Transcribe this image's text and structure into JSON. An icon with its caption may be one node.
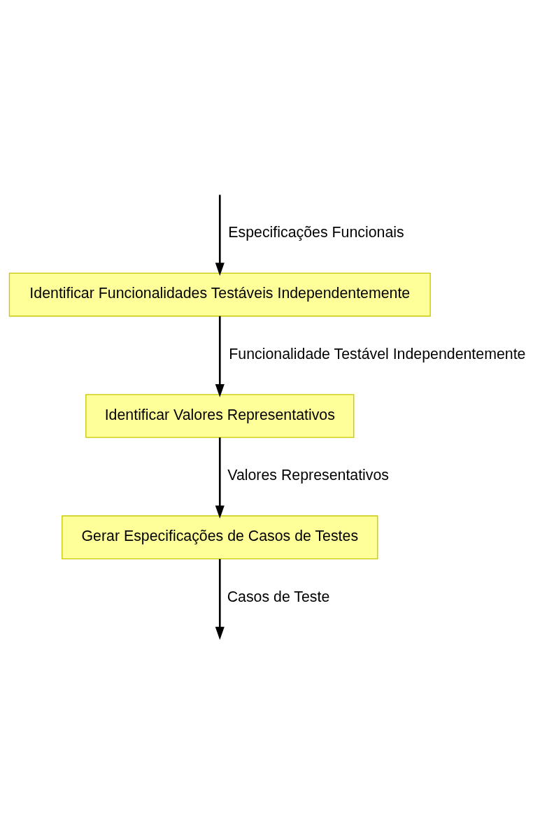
{
  "diagram": {
    "nodes": [
      {
        "text": [
          "Identificar Funcionalidades Testáveis Independentemente"
        ]
      },
      {
        "text": [
          "Identificar Valores Representativos"
        ]
      },
      {
        "text": [
          "Gerar Especificações de Casos de Testes"
        ]
      }
    ],
    "edges": [
      {
        "from": null,
        "to": 0,
        "arrow": "to",
        "label": "Especificações Funcionais"
      },
      {
        "from": 0,
        "to": 1,
        "arrow": "to",
        "label": "Funcionalidade Testável Independentemente"
      },
      {
        "from": 1,
        "to": 2,
        "arrow": "to",
        "label": "Valores Representativos"
      },
      {
        "from": 2,
        "to": null,
        "arrow": "to",
        "label": "Casos de Teste"
      }
    ]
  }
}
